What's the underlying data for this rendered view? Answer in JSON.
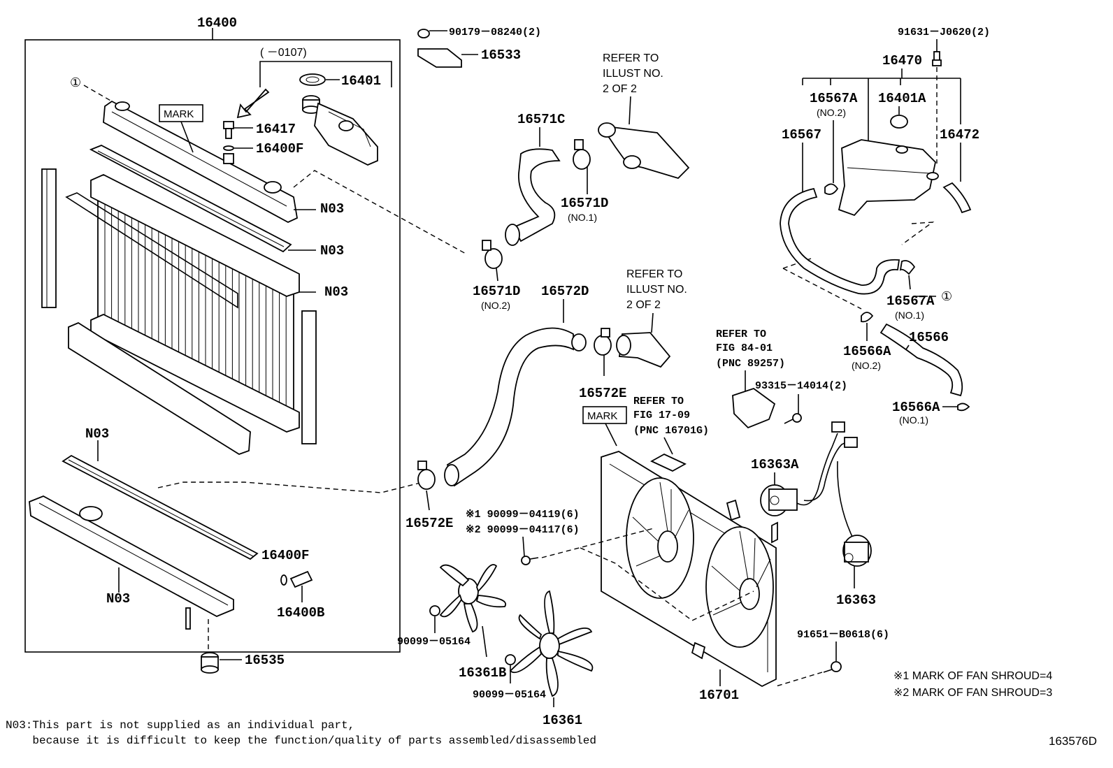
{
  "labels": {
    "p16400": "16400",
    "p0107": "(      －0107)",
    "p16401": "16401",
    "circ1": "①",
    "mark1": "MARK",
    "p16417": "16417",
    "p16400f_top": "16400F",
    "n03_a": "N03",
    "n03_b": "N03",
    "n03_c": "N03",
    "n03_d": "N03",
    "n03_e": "N03",
    "p16400f_bot": "16400F",
    "p16400b": "16400B",
    "p16535": "16535",
    "p90179": "90179－08240(2)",
    "p16533": "16533",
    "ref1_a": "REFER TO",
    "ref1_b": "ILLUST NO.",
    "ref1_c": "2 OF 2",
    "p16571c": "16571C",
    "p16571d_no1": "16571D",
    "p16571d_no1_sub": "(NO.1)",
    "p16571d_no2": "16571D",
    "p16571d_no2_sub": "(NO.2)",
    "p16572d": "16572D",
    "ref2_a": "REFER TO",
    "ref2_b": "ILLUST NO.",
    "ref2_c": "2 OF 2",
    "p16572e_top": "16572E",
    "p16572e_bot": "16572E",
    "ref3_a": "REFER TO",
    "ref3_b": "FIG 84-01",
    "ref3_c": "(PNC 89257)",
    "p93315": "93315－14014(2)",
    "ref4_a": "REFER TO",
    "ref4_b": "FIG 17-09",
    "ref4_c": "(PNC 16701G)",
    "mark2": "MARK",
    "p16363a": "16363A",
    "p16363": "16363",
    "bolt1": "※1 90099－04119(6)",
    "bolt2": "※2 90099－04117(6)",
    "p90099a": "90099－05164",
    "p16361b": "16361B",
    "p90099b": "90099－05164",
    "p16361": "16361",
    "p16701": "16701",
    "p91651": "91651－B0618(6)",
    "p91631": "91631－J0620(2)",
    "p16470": "16470",
    "p16567a_top": "16567A",
    "p16567a_top_sub": "(NO.2)",
    "p16401a": "16401A",
    "p16567": "16567",
    "p16472": "16472",
    "p16567a_bot": "16567A",
    "p16567a_bot_sub": "(NO.1)",
    "circ2": "①",
    "p16566": "16566",
    "p16566a_no2": "16566A",
    "p16566a_no2_sub": "(NO.2)",
    "p16566a_no1": "16566A",
    "p16566a_no1_sub": "(NO.1)",
    "note1": "※1 MARK OF FAN SHROUD=4",
    "note2": "※2 MARK OF FAN SHROUD=3"
  },
  "footnote": {
    "line1": "N03:This part is not supplied as an individual part,",
    "line2": "    because it is difficult to keep the function/quality of parts assembled/disassembled"
  },
  "illustration_id": "163576D"
}
